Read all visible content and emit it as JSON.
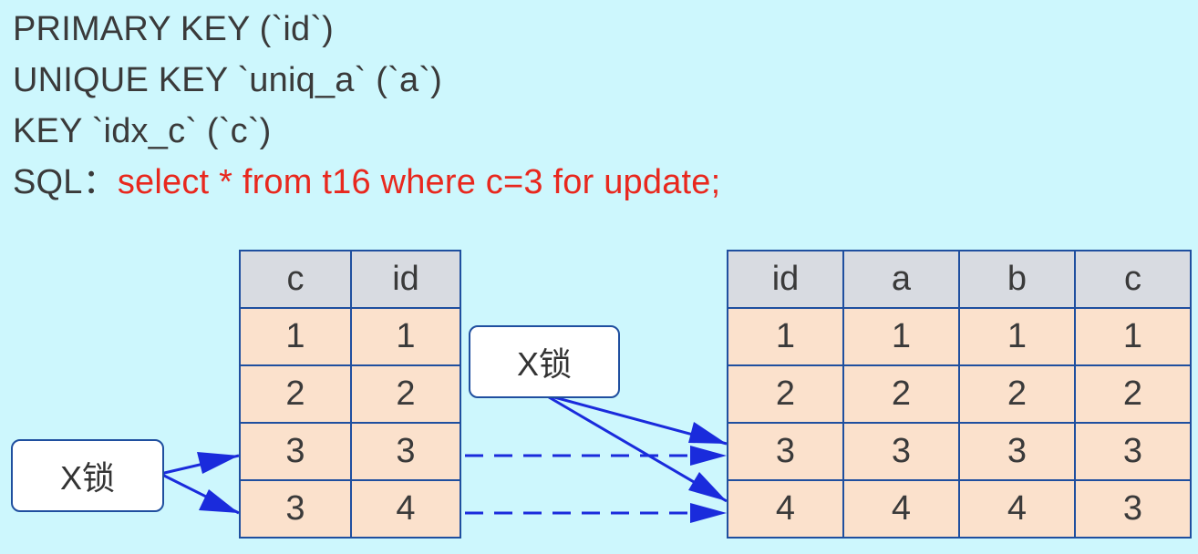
{
  "code": {
    "lines": [
      "PRIMARY KEY (`id`)",
      "UNIQUE KEY `uniq_a` (`a`)",
      "KEY `idx_c` (`c`)"
    ],
    "sql_prefix": "SQL：",
    "sql_query": "select * from t16 where c=3 for update;"
  },
  "secondary_index": {
    "headers": [
      "c",
      "id"
    ],
    "rows": [
      [
        "1",
        "1"
      ],
      [
        "2",
        "2"
      ],
      [
        "3",
        "3"
      ],
      [
        "3",
        "4"
      ]
    ]
  },
  "primary_index": {
    "headers": [
      "id",
      "a",
      "b",
      "c"
    ],
    "rows": [
      [
        "1",
        "1",
        "1",
        "1"
      ],
      [
        "2",
        "2",
        "2",
        "2"
      ],
      [
        "3",
        "3",
        "3",
        "3"
      ],
      [
        "4",
        "4",
        "4",
        "3"
      ]
    ]
  },
  "locks": {
    "secondary_label": "X锁",
    "primary_label": "X锁"
  },
  "colors": {
    "background": "#cdf7fd",
    "header_cell": "#d8dbe1",
    "row_cell": "#fbe1cc",
    "border": "#1f4f9f",
    "arrow": "#1a2bdc",
    "sql_highlight": "#e8281e"
  }
}
